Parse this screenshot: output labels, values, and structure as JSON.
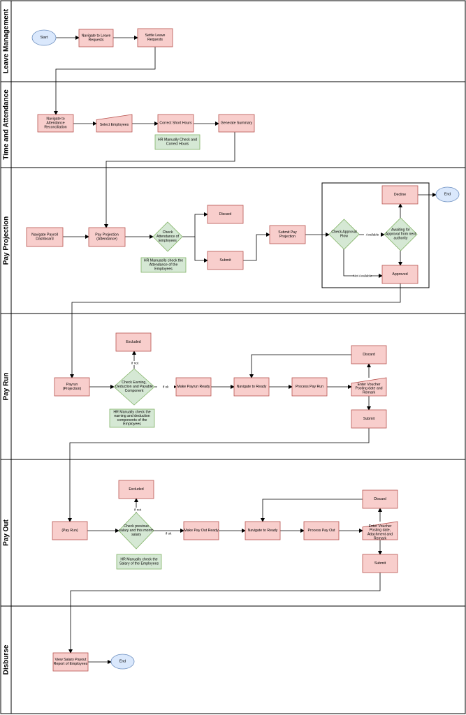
{
  "colors": {
    "process_fill": "#f8cecc",
    "process_stroke": "#b85450",
    "decision_fill": "#d5e8d4",
    "decision_stroke": "#82b366",
    "note_fill": "#d5e8d4",
    "note_stroke": "#82b366",
    "terminal_fill": "#dae8fc",
    "terminal_stroke": "#6c8ebf",
    "line": "#000000"
  },
  "lanes": [
    {
      "id": "leave",
      "title": "Leave Management"
    },
    {
      "id": "time",
      "title": "Time and Attendance"
    },
    {
      "id": "projection",
      "title": "Pay Projection"
    },
    {
      "id": "payrun",
      "title": "Pay Run"
    },
    {
      "id": "payout",
      "title": "Pay Out"
    },
    {
      "id": "disburse",
      "title": "Disburse"
    }
  ],
  "nodes": {
    "start": [
      "Start"
    ],
    "nav_leave": [
      "Navigate to Leave",
      "Requests"
    ],
    "settle_leave": [
      "Settle Leave",
      "Requests"
    ],
    "nav_attendance": [
      "Navigate to",
      "Attendance",
      "Reconciliation"
    ],
    "select_emp": [
      "Select Employees"
    ],
    "correct_hours": [
      "Correct Short Hours"
    ],
    "gen_summary": [
      "Generate Summary"
    ],
    "note_hours": [
      "HR Manually Check and",
      "Correct Hours"
    ],
    "nav_payroll": [
      "Navigate Payroll",
      "Dashboard"
    ],
    "pay_projection": [
      "Pay Projection",
      "(Attendance)"
    ],
    "check_attendance": [
      "Check",
      "Attendance of",
      "Employees"
    ],
    "note_attendance": [
      "HR Manuaolls check the",
      "Attendance of the",
      "Employees"
    ],
    "discard_proj": [
      "Discard"
    ],
    "submit_proj": [
      "Submit"
    ],
    "submit_pay_proj": [
      "Submit Pay",
      "Projection"
    ],
    "check_approval": [
      "Check Approval",
      "Flow"
    ],
    "awaiting": [
      "Awaiting for",
      "Approval from next",
      "authority"
    ],
    "decline": [
      "Decline"
    ],
    "end_proj": [
      "End"
    ],
    "approved": [
      "Approved"
    ],
    "payrun_proj": [
      "Payrun",
      "(Projection)"
    ],
    "check_earning": [
      "Check Earning,",
      "Deduction and Payable",
      "Component"
    ],
    "excluded_run": [
      "Excluded"
    ],
    "note_earning": [
      "HR Manually check the",
      "earning and deduction",
      "components of the",
      "Employees"
    ],
    "make_payrun_ready": [
      "Make Payrun Ready"
    ],
    "nav_ready_run": [
      "Navigate to Ready"
    ],
    "process_payrun": [
      "Process Pay Run"
    ],
    "enter_voucher_run": [
      "Enter Voucher",
      "Posting date and",
      "Remark"
    ],
    "discard_run": [
      "Discard"
    ],
    "submit_run": [
      "Submit"
    ],
    "payrun_out": [
      "(Pay Run)"
    ],
    "check_salary": [
      "Check previous",
      "salary and this month",
      "salary"
    ],
    "excluded_out": [
      "Excluded"
    ],
    "note_salary": [
      "HR Manually check the",
      "Salary of the Employees"
    ],
    "make_payout_ready": [
      "Make Pay Out Ready"
    ],
    "nav_ready_out": [
      "Navigate to Ready"
    ],
    "process_payout": [
      "Process Pay Out"
    ],
    "enter_voucher_out": [
      "Enter Voucher",
      "Posting date,",
      "Attachment and",
      "Remark"
    ],
    "discard_out": [
      "Discard"
    ],
    "submit_out": [
      "Submit"
    ],
    "view_salary": [
      "View Salary Payout",
      "Report of Employees"
    ],
    "end_disburse": [
      "End"
    ]
  },
  "edge_labels": {
    "available": "Available",
    "not_available": "Not Available",
    "if_not_run": "If not",
    "if_ok_run": "If ok",
    "if_not_out": "If not",
    "if_ok_out": "If ok"
  }
}
